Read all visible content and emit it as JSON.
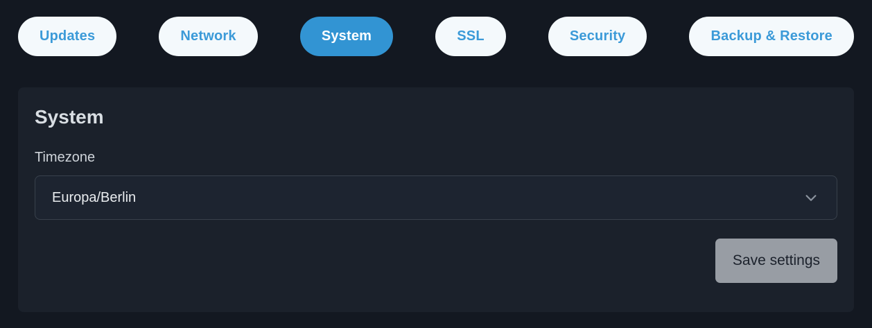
{
  "nav": {
    "tabs": [
      {
        "label": "Updates",
        "active": false
      },
      {
        "label": "Network",
        "active": false
      },
      {
        "label": "System",
        "active": true
      },
      {
        "label": "SSL",
        "active": false
      },
      {
        "label": "Security",
        "active": false
      },
      {
        "label": "Backup & Restore",
        "active": false
      }
    ]
  },
  "panel": {
    "title": "System",
    "timezone_label": "Timezone",
    "timezone_value": "Europa/Berlin",
    "save_button_label": "Save settings"
  },
  "icons": {
    "select_indicator": "chevron-down-icon"
  },
  "colors": {
    "page_bg": "#131821",
    "card_bg": "#1b212b",
    "select_bg": "#1d2430",
    "select_border": "#39414c",
    "tab_bg": "#f4f9fc",
    "tab_text": "#3b9ad8",
    "tab_active_bg": "#3294d3",
    "tab_active_text": "#ffffff",
    "title_color": "#d9dee3",
    "label_color": "#ced3d9",
    "value_color": "#e9ecef",
    "chevron_color": "#8b939e",
    "button_bg": "#989da4",
    "button_text": "#1b212b"
  }
}
